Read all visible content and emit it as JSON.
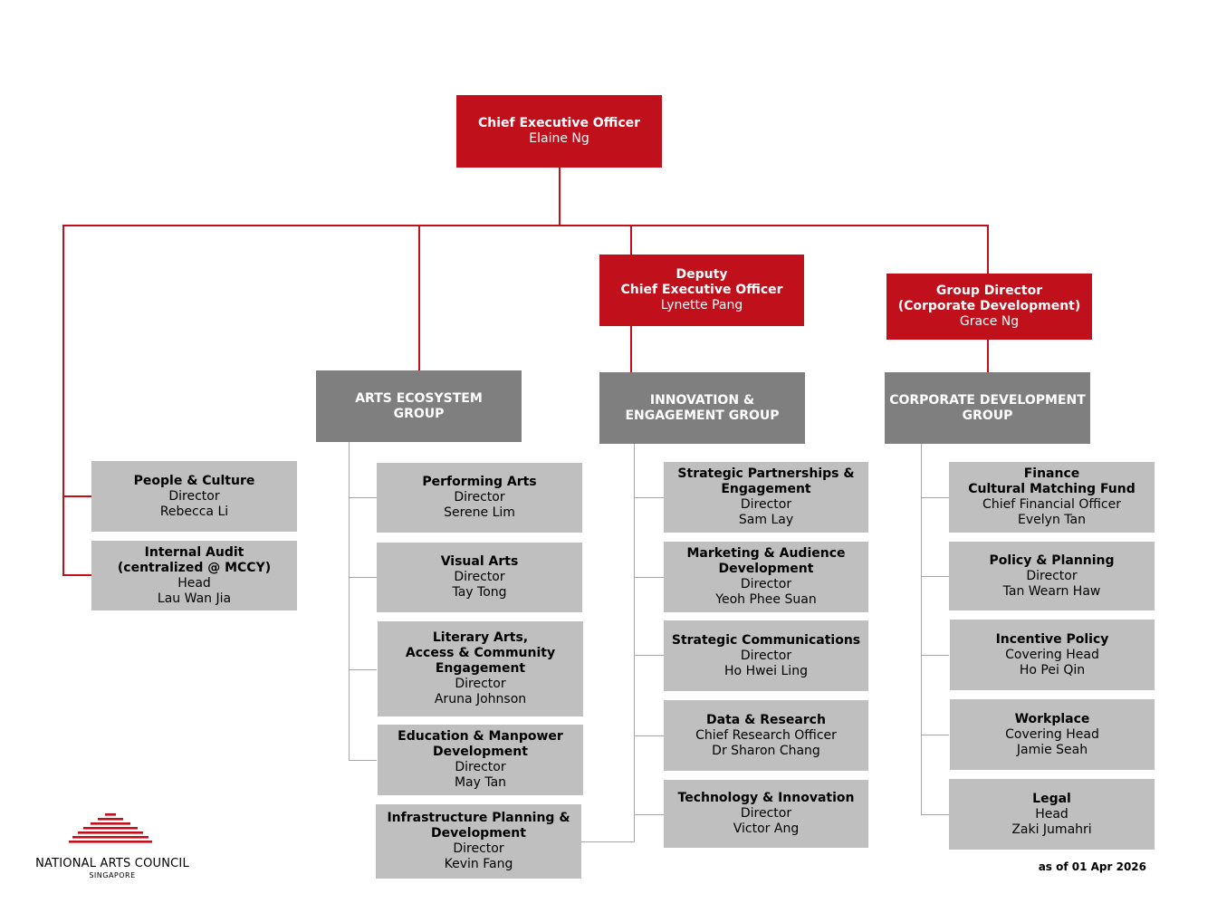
{
  "ceo": {
    "title": "Chief Executive Officer",
    "name": "Elaine Ng"
  },
  "deputy_ceo": {
    "title_line1": "Deputy",
    "title_line2": "Chief Executive Officer",
    "name": "Lynette Pang"
  },
  "group_director": {
    "title_line1": "Group Director",
    "title_line2": "(Corporate Development)",
    "name": "Grace Ng"
  },
  "groups": {
    "arts_ecosystem": {
      "line1": "ARTS ECOSYSTEM",
      "line2": "GROUP"
    },
    "innovation": {
      "line1": "INNOVATION &",
      "line2": "ENGAGEMENT GROUP"
    },
    "corporate": {
      "line1": "CORPORATE DEVELOPMENT",
      "line2": "GROUP"
    }
  },
  "left_units": [
    {
      "lines": [
        "People & Culture"
      ],
      "role": "Director",
      "name": "Rebecca Li"
    },
    {
      "lines": [
        "Internal Audit",
        "(centralized @ MCCY)"
      ],
      "role": "Head",
      "name": "Lau Wan Jia"
    }
  ],
  "arts_units": [
    {
      "lines": [
        "Performing Arts"
      ],
      "role": "Director",
      "name": "Serene Lim"
    },
    {
      "lines": [
        "Visual Arts"
      ],
      "role": "Director",
      "name": "Tay Tong"
    },
    {
      "lines": [
        "Literary Arts,",
        "Access & Community",
        "Engagement"
      ],
      "role": "Director",
      "name": "Aruna Johnson"
    },
    {
      "lines": [
        "Education & Manpower",
        "Development"
      ],
      "role": "Director",
      "name": "May Tan"
    },
    {
      "lines": [
        "Infrastructure Planning &",
        "Development"
      ],
      "role": "Director",
      "name": "Kevin Fang"
    }
  ],
  "innovation_units": [
    {
      "lines": [
        "Strategic Partnerships &",
        "Engagement"
      ],
      "role": "Director",
      "name": "Sam Lay"
    },
    {
      "lines": [
        "Marketing & Audience",
        "Development"
      ],
      "role": "Director",
      "name": "Yeoh Phee Suan"
    },
    {
      "lines": [
        "Strategic Communications"
      ],
      "role": "Director",
      "name": "Ho Hwei Ling"
    },
    {
      "lines": [
        "Data & Research"
      ],
      "role": "Chief Research Officer",
      "name": "Dr Sharon Chang"
    },
    {
      "lines": [
        "Technology & Innovation"
      ],
      "role": "Director",
      "name": "Victor Ang"
    }
  ],
  "corporate_units": [
    {
      "lines": [
        "Finance",
        "Cultural Matching Fund"
      ],
      "role": "Chief Financial Officer",
      "name": "Evelyn Tan"
    },
    {
      "lines": [
        "Policy & Planning"
      ],
      "role": "Director",
      "name": "Tan Wearn Haw"
    },
    {
      "lines": [
        "Incentive Policy"
      ],
      "role": "Covering Head",
      "name": "Ho Pei Qin"
    },
    {
      "lines": [
        "Workplace"
      ],
      "role": "Covering Head",
      "name": "Jamie Seah"
    },
    {
      "lines": [
        "Legal"
      ],
      "role": "Head",
      "name": "Zaki Jumahri"
    }
  ],
  "logo": {
    "name": "NATIONAL ARTS COUNCIL",
    "subtitle": "SINGAPORE"
  },
  "as_of": "as of 01 Apr 2026",
  "colors": {
    "red": "#c0101c",
    "dark_grey": "#7f7f7f",
    "light_grey": "#bfbfbf"
  }
}
